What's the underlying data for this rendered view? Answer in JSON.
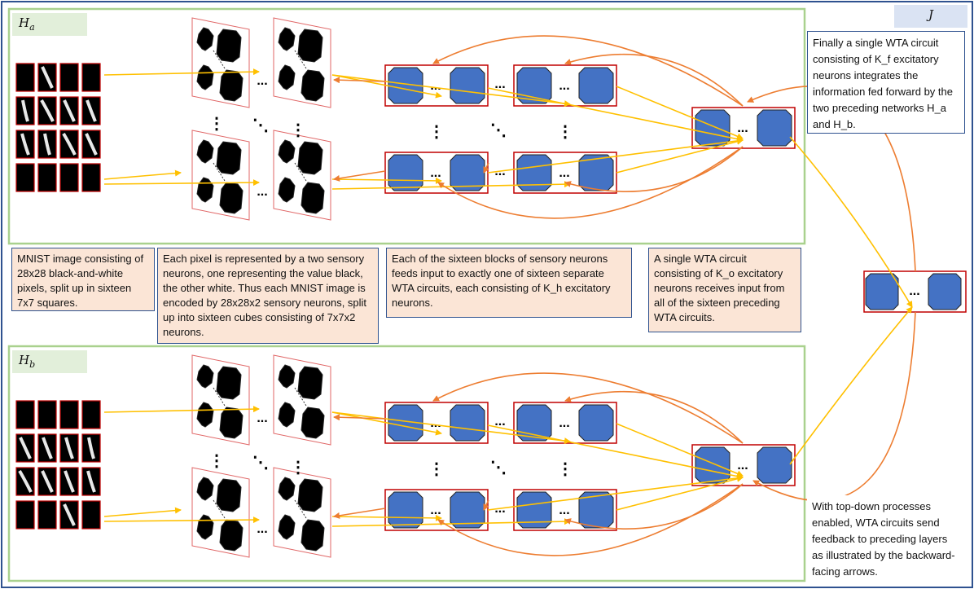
{
  "labels": {
    "ha_main": "H",
    "ha_sub": "a",
    "hb_main": "H",
    "hb_sub": "b",
    "j": "J"
  },
  "captions": {
    "mnist": "MNIST image consisting of 28x28 black-and-white pixels, split up in sixteen 7x7 squares.",
    "pixel": "Each pixel is represented by a two sensory neurons, one representing the value black, the other white. Thus each MNIST image is encoded by 28x28x2 sensory neurons, split up into sixteen cubes consisting of 7x7x2 neurons.",
    "blocks": "Each of the sixteen blocks of sensory neurons feeds input to exactly one of sixteen separate WTA circuits, each consisting of K_h excitatory neurons.",
    "single": "A single WTA circuit consisting of K_o excitatory neurons receives input from all of the sixteen preceding WTA circuits.",
    "final": "Finally a single WTA circuit consisting of K_f excitatory neurons integrates the information fed forward by the two preceding networks H_a and H_b.",
    "topdown": "With top-down processes enabled, WTA circuits send feedback to preceding layers as illustrated by the backward-facing arrows."
  },
  "symbols": {
    "ellipsis": "...",
    "vdots": "⋮",
    "ddots": "⋱"
  },
  "colors": {
    "frame": "#2f528f",
    "panel": "#a9d18e",
    "neuron": "#4472c4",
    "circuit": "#c00000",
    "feed": "#ffc000",
    "feedback": "#ed7d31",
    "caption_bg": "#fbe5d6"
  }
}
